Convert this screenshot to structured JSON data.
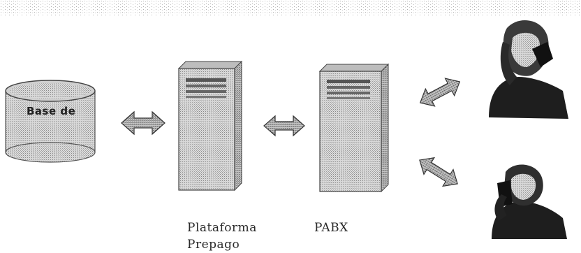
{
  "diagram": {
    "nodes": {
      "database": {
        "text": "Base de",
        "icon": "database-cylinder-icon"
      },
      "platform": {
        "label_line1": "Plataforma",
        "label_line2": "Prepago",
        "icon": "server-tower-icon"
      },
      "pabx": {
        "label": "PABX",
        "icon": "server-tower-icon"
      },
      "person_top": {
        "icon": "person-on-phone-icon"
      },
      "person_bottom": {
        "icon": "person-on-phone-icon"
      }
    },
    "connections": [
      {
        "from": "database",
        "to": "platform",
        "type": "bidirectional"
      },
      {
        "from": "platform",
        "to": "pabx",
        "type": "bidirectional"
      },
      {
        "from": "pabx",
        "to": "person_top",
        "type": "bidirectional"
      },
      {
        "from": "pabx",
        "to": "person_bottom",
        "type": "bidirectional"
      }
    ]
  }
}
